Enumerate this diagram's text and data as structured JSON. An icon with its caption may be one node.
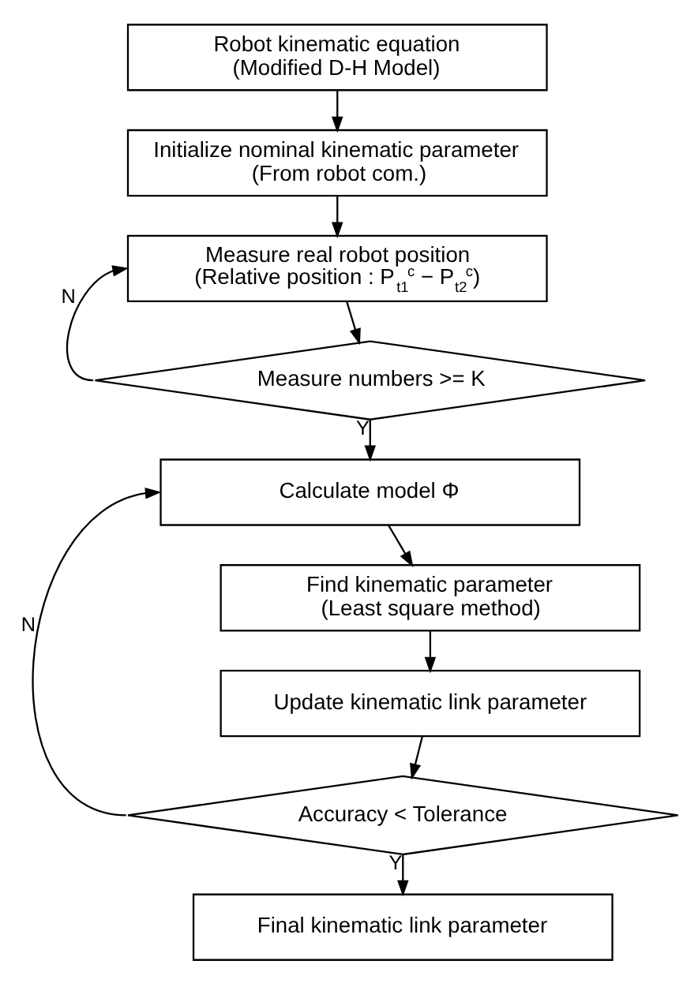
{
  "diagram": {
    "nodes": [
      {
        "text": [
          "Robot kinematic equation",
          "(Modified D-H Model)"
        ]
      },
      {
        "text": [
          "Initialize nominal kinematic parameter",
          "(From robot com.)"
        ]
      },
      {
        "text": [
          "Measure real robot position",
          "(Relative position : P$_{t1}$$^{c}$ − P$_{t2}$$^{c}$)"
        ]
      },
      {
        "text": [
          "Measure numbers >= K"
        ]
      },
      {
        "text": [
          "Calculate model Φ"
        ]
      },
      {
        "text": [
          "Find kinematic parameter",
          "(Least square method)"
        ]
      },
      {
        "text": [
          "Update kinematic link parameter"
        ]
      },
      {
        "text": [
          "Accuracy < Tolerance"
        ]
      },
      {
        "text": [
          "Final kinematic link parameter"
        ]
      }
    ],
    "edges": [
      {
        "from": 0,
        "to": 1,
        "arrow": "to"
      },
      {
        "from": 1,
        "to": 2,
        "arrow": "to"
      },
      {
        "from": 2,
        "to": 3,
        "arrow": "to"
      },
      {
        "from": 3,
        "to": 2,
        "arrow": "to",
        "label": "N"
      },
      {
        "from": 3,
        "to": 4,
        "arrow": "to",
        "label": "Y"
      },
      {
        "from": 4,
        "to": 5,
        "arrow": "to"
      },
      {
        "from": 5,
        "to": 6,
        "arrow": "to"
      },
      {
        "from": 6,
        "to": 7,
        "arrow": "to"
      },
      {
        "from": 7,
        "to": 4,
        "arrow": "to",
        "label": "N"
      },
      {
        "from": 7,
        "to": 8,
        "arrow": "to",
        "label": "Y"
      }
    ]
  }
}
